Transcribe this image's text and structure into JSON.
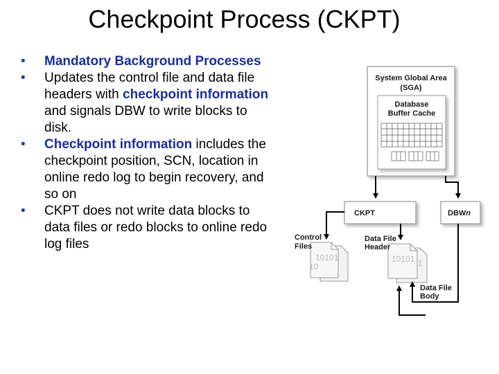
{
  "slide": {
    "title": "Checkpoint Process (CKPT)",
    "bullets": [
      {
        "runs": [
          {
            "text": "Mandatory Background Processes",
            "highlight": true
          }
        ]
      },
      {
        "runs": [
          {
            "text": "Updates the control file and data file headers with ",
            "highlight": false
          },
          {
            "text": "checkpoint information",
            "highlight": true
          },
          {
            "text": " and signals DBW to write blocks to disk.",
            "highlight": false
          }
        ]
      },
      {
        "runs": [
          {
            "text": "Checkpoint information",
            "highlight": true
          },
          {
            "text": " includes the checkpoint position, SCN, location in online redo log to begin recovery, and so on",
            "highlight": false
          }
        ]
      },
      {
        "runs": [
          {
            "text": "CKPT does not write data blocks to data files or redo blocks to online redo log files",
            "highlight": false
          }
        ]
      }
    ]
  },
  "diagram": {
    "sga_label_1": "System Global Area",
    "sga_label_2": "(SGA)",
    "cache_label_1": "Database",
    "cache_label_2": "Buffer Cache",
    "ckpt_label": "CKPT",
    "dbwn_label": "DBW",
    "dbwn_suffix": "n",
    "control_files_1": "Control",
    "control_files_2": "Files",
    "data_file_header_1": "Data File",
    "data_file_header_2": "Header",
    "data_file_body_1": "Data File",
    "data_file_body_2": "Body",
    "bits_front": "10101",
    "bits_back": "10",
    "bits_suffix": "01"
  },
  "colors": {
    "highlight": "#1c2d9c",
    "bullet": "#1f3ea6"
  }
}
